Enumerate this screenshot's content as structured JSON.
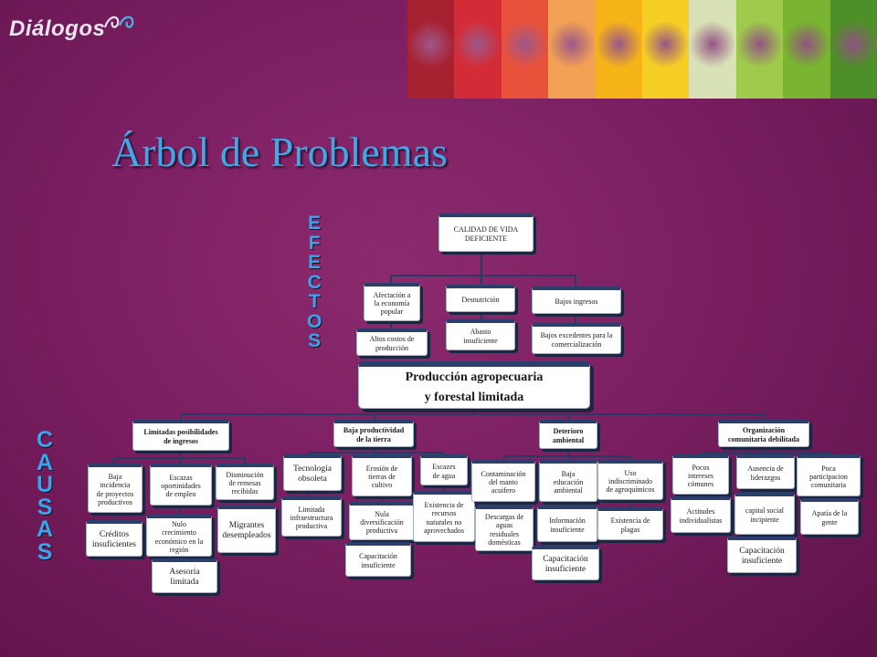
{
  "logo": {
    "text": "Diálogos"
  },
  "title": "Árbol de Problemas",
  "efectos_label": [
    "E",
    "F",
    "E",
    "C",
    "T",
    "O",
    "S"
  ],
  "causas_label": [
    "C",
    "A",
    "U",
    "S",
    "A",
    "S"
  ],
  "banner_colors": [
    "#a82131",
    "#d42c36",
    "#e8513a",
    "#f2a155",
    "#f7b418",
    "#f6cf25",
    "#d9e2b7",
    "#9fcb4c",
    "#79b530",
    "#4f8f2a"
  ],
  "nodes": {
    "calidad": "CALIDAD DE VIDA\nDEFICIENTE",
    "afectacion": "Afectación a\nla economía\npopular",
    "desnutricion": "Desnutrición",
    "bajos_ingresos": "Bajos ingresos",
    "altos_costos": "Altos costos de\nproducción",
    "abasto": "Abasto\ninsuficiente",
    "bajos_excedentes": "Bajos excedentes para la\ncomercialización",
    "central": "Producción agropecuaria\ny forestal limitada",
    "limitadas": "Limitadas posibilidades\nde ingresos",
    "baja_productividad": "Baja productividad\nde la tierra",
    "deterioro": "Deterioro\nambiental",
    "organizacion": "Organización\ncomunitaria debilitada",
    "baja_incidencia": "Baja\nincidencia\nde proyectos\nproductivos",
    "escazas_oportunidades": "Escazas\noportinidades\nde empleo",
    "disminucion_remesas": "Disminución\nde remesas\nrecibidas",
    "creditos": "Créditos\ninsuficientes",
    "nulo_crecimiento": "Nulo\ncrecimiento\neconómico en la\nregión",
    "migrantes": "Migrantes\ndesempleados",
    "asesoria": "Asesoría\nlimitada",
    "tecnologia": "Tecnología\nobsoleta",
    "erosion": "Erosión de\ntierras de\ncultivo",
    "escazes_agua": "Escazes\nde agua",
    "limitada_infra": "Limitada\ninfraestructura\nproductiva",
    "nula_diversificacion": "Nula\ndiversificación\nproductiva",
    "existencia_recursos": "Existencia de\nrecursos\nnaturales no\naprovechados",
    "capacitacion_1": "Capacitación\ninsuficiente",
    "contaminacion": "Contaminación\ndel manto\nacuifero",
    "baja_educacion": "Baja\neducación\nambiental",
    "uso_indiscriminado": "Uso\nindiscriminado\nde  agroquímicos",
    "descargas": "Descargas de\naguas\nresiduales\ndomésticas",
    "informacion": "Información\ninsuficiente",
    "existencia_plagas": "Existencia de\nplagas",
    "capacitacion_2": "Capacitación\ninsuficiente",
    "pocos_intereses": "Pocos\nintereses\ncómunes",
    "ausencia_liderazgos": "Ausencia de\nliderazgos",
    "poca_participacion": "Poca\nparticipacion\ncomunitaria",
    "actitudes": "Actitudes\nindividualistas",
    "capital_social": "capital social\nincipiente",
    "apatia": "Apatía de la\ngente",
    "capacitacion_3": "Capacitación\ninsuficiente"
  }
}
